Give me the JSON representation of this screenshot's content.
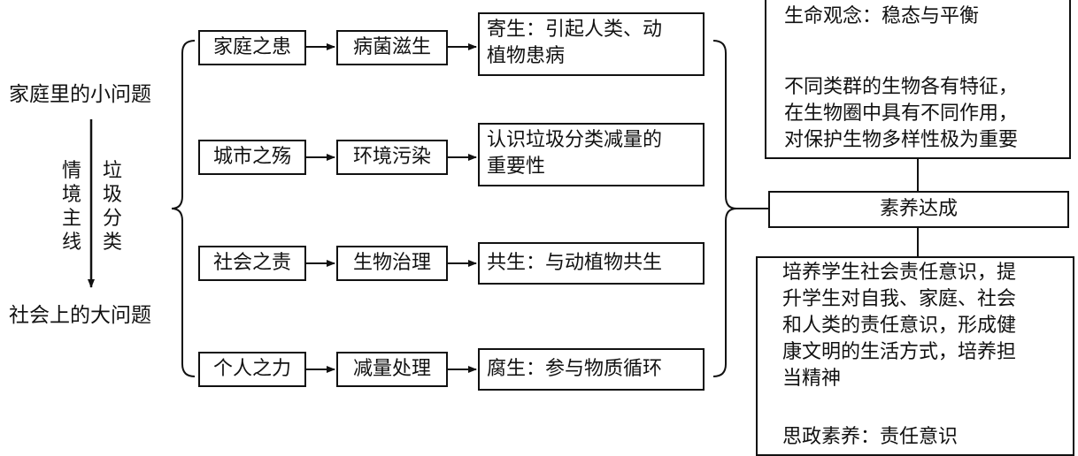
{
  "left": {
    "top_label": "家庭里的小问题",
    "bottom_label": "社会上的大问题",
    "axis_left": [
      "情",
      "境",
      "主",
      "线"
    ],
    "axis_right": [
      "垃",
      "圾",
      "分",
      "类"
    ]
  },
  "rows": [
    {
      "scene": "家庭之患",
      "cause": "病菌滋生",
      "result": [
        "寄生：引起人类、动",
        "植物患病"
      ]
    },
    {
      "scene": "城市之殇",
      "cause": "环境污染",
      "result": [
        "认识垃圾分类减量的",
        "重要性"
      ]
    },
    {
      "scene": "社会之责",
      "cause": "生物治理",
      "result": [
        "共生：与动植物共生"
      ]
    },
    {
      "scene": "个人之力",
      "cause": "减量处理",
      "result": [
        "腐生：参与物质循环"
      ]
    }
  ],
  "right": {
    "top_title": "生命观念：稳态与平衡",
    "top_body": [
      "不同类群的生物各有特征，",
      "在生物圈中具有不同作用，",
      "对保护生物多样性极为重要"
    ],
    "middle": "素养达成",
    "bottom_body": [
      "培养学生社会责任意识，提",
      "升学生对自我、家庭、社会",
      "和人类的责任意识，形成健",
      "康文明的生活方式，培养担",
      "当精神"
    ],
    "bottom_title": "思政素养：责任意识"
  }
}
